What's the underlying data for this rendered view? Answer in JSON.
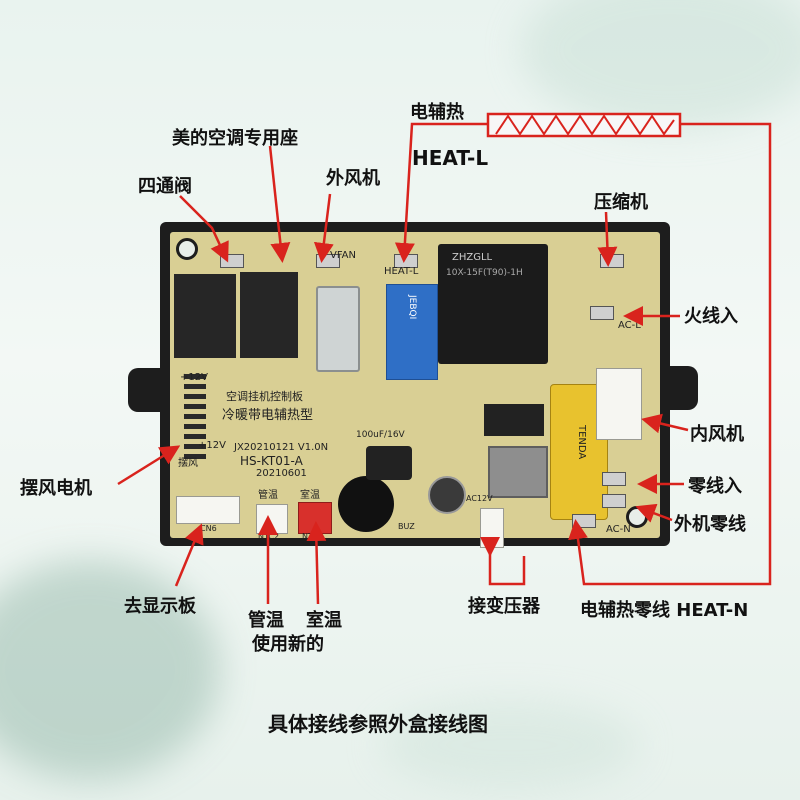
{
  "labels": {
    "four_way_valve": "四通阀",
    "midea_socket": "美的空调专用座",
    "outdoor_fan": "外风机",
    "aux_heat": "电辅热",
    "heat_l": "HEAT-L",
    "compressor": "压缩机",
    "live_in": "火线入",
    "indoor_fan": "内风机",
    "neutral_in": "零线入",
    "outdoor_neutral": "外机零线",
    "swing_motor": "摆风电机",
    "to_display": "去显示板",
    "pipe_temp": "管温",
    "room_temp": "室温",
    "use_new": "使用新的",
    "to_transformer": "接变压器",
    "aux_heat_neutral": "电辅热零线 HEAT-N",
    "footer_note": "具体接线参照外盒接线图"
  },
  "board_silk": {
    "title_1": "空调挂机控制板",
    "title_2": "冷暖带电辅热型",
    "version_code": "JX20210121  V1.0N",
    "model": "HS-KT01-A",
    "date": "20210601",
    "pipe_temp": "管温",
    "room_temp": "室温",
    "swing": "摆风",
    "plus12v_a": "+12V",
    "plus12v_b": "+12V",
    "cn6": "CN6",
    "ntc2": "NTC2",
    "ntc1": "NTC1",
    "buz": "BUZ",
    "ac12v": "AC12V",
    "relay_brand": "ZHZGLL",
    "relay_model": "10X-15F(T90)-1H",
    "blue_relay_brand": "JEBQI",
    "heat_l_pad": "HEAT-L",
    "ac_l_pad": "AC-L",
    "ac_n_pad": "AC-N",
    "vfan_pad": "VFAN",
    "tenda": "TENDA",
    "cap": "100uF/16V"
  },
  "colors": {
    "wire": "#d9231d",
    "pcb": "#d9cf94"
  }
}
